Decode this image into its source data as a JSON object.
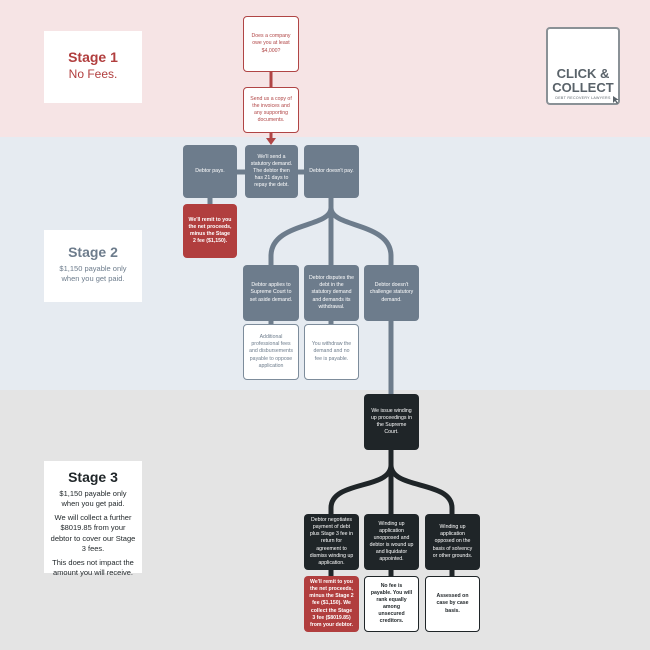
{
  "colors": {
    "stage1_bg": "#f6e4e5",
    "stage2_bg": "#e6ebf1",
    "stage3_bg": "#e4e4e4",
    "red": "#b13e3e",
    "slate": "#6d7c8c",
    "dark": "#1f2528"
  },
  "stages": {
    "s1": {
      "title": "Stage 1",
      "subtitle": "No Fees."
    },
    "s2": {
      "title": "Stage 2",
      "subtitle": "$1,150 payable only when you get paid."
    },
    "s3": {
      "title": "Stage 3",
      "p1": "$1,150 payable only when you get paid.",
      "p2": "We will collect a further $8019.85 from your debtor to cover our Stage 3 fees.",
      "p3": "This does not impact the amount you will receive."
    }
  },
  "logo": {
    "line1": "CLICK &",
    "line2": "COLLECT",
    "tagline": "DEBT RECOVERY LAWYERS",
    "icon": "cursor-icon"
  },
  "nodes": {
    "q_owe": "Does a company owe you at least $4,000?",
    "send_copy": "Send us a copy of the invoices and any supporting documents.",
    "statutory_demand": "We'll send a statutory demand. The debtor then has 21 days to repay the debt.",
    "debtor_pays": "Debtor pays.",
    "debtor_doesnt_pay": "Debtor doesn't pay.",
    "remit_stage2": "We'll remit to you the net proceeds, minus the Stage 2 fee ($1,150).",
    "applies_supreme": "Debtor applies to Supreme Court to set aside demand.",
    "disputes_debt": "Debtor disputes the debt in the statutory demand and demands its withdrawal.",
    "doesnt_challenge": "Debtor doesn't challenge statutory demand.",
    "additional_fees": "Additional professional fees and disbursements payable to oppose application",
    "withdraw_demand": "You withdraw the demand and no fee is payable.",
    "winding_up": "We issue winding up proceedings in the Supreme Court.",
    "negotiates": "Debtor negotiates payment of debt plus Stage 3 fee in return for agreement to dismiss winding up application.",
    "unopposed": "Winding up application unopposed and debtor is wound up and liquidator appointed.",
    "opposed": "Winding up application opposed on the basis of solvency or other grounds.",
    "remit_stage3": "We'll remit to you the net proceeds, minus the Stage 2 fee ($1,150). We collect the Stage 3 fee ($8019.85) from your debtor.",
    "no_fee": "No fee is payable. You will rank equally among unsecured creditors.",
    "assessed": "Assessed on case by case basis."
  }
}
